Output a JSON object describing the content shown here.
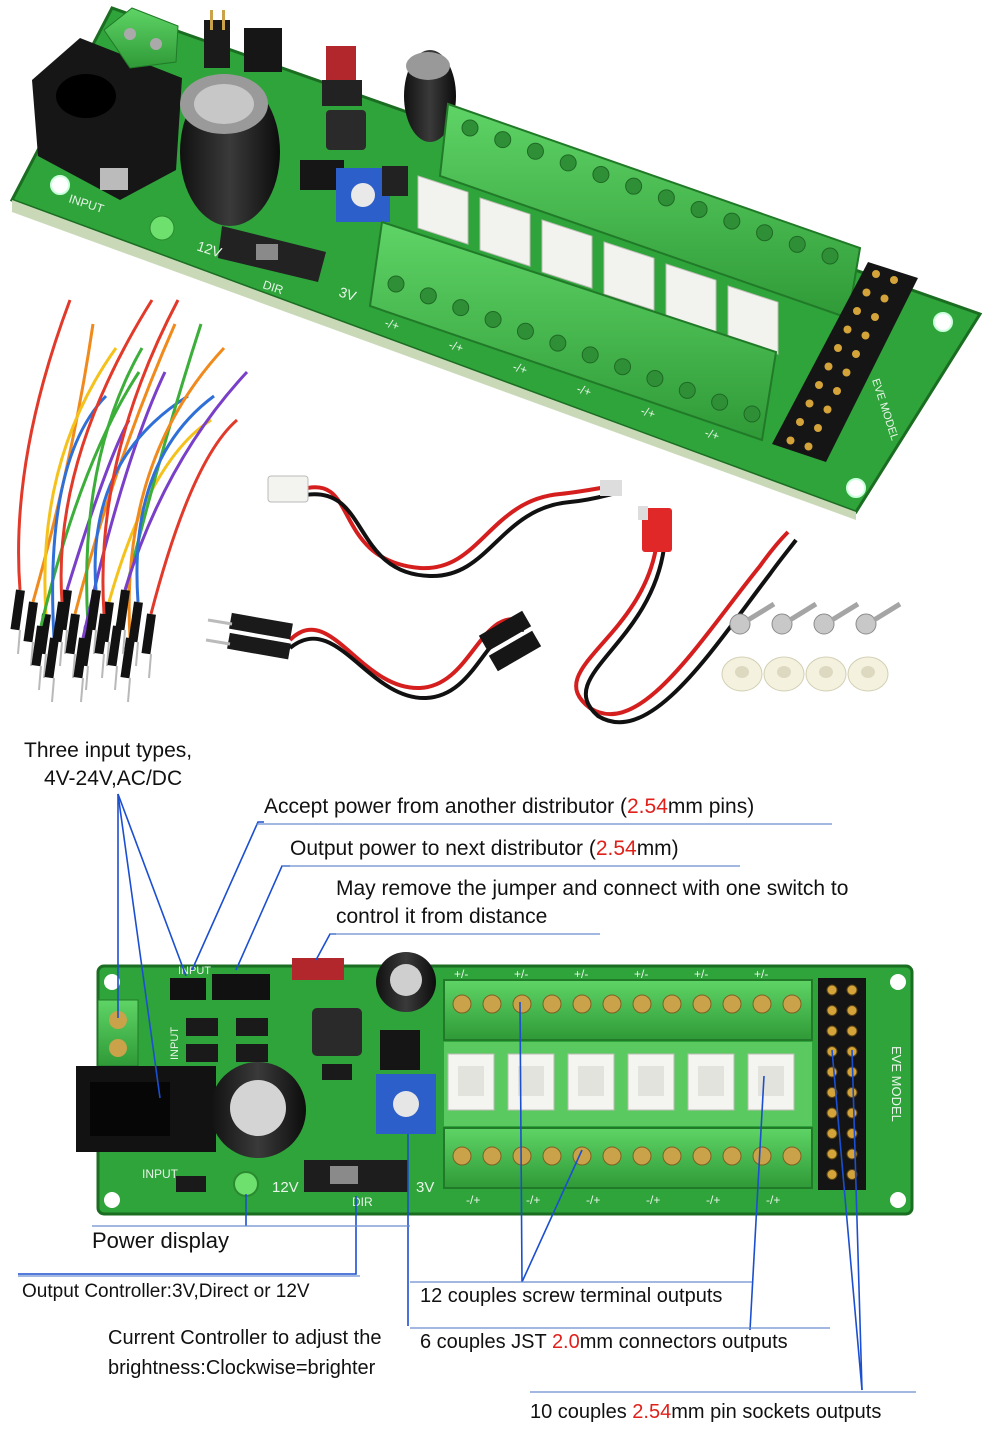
{
  "colors": {
    "pcb_green": "#2ea43a",
    "pcb_dark": "#1f7a28",
    "terminal_green": "#48c24f",
    "callout_line": "#1c4fd0",
    "highlight_red": "#e0201a"
  },
  "board_top": {
    "silkscreen": {
      "input": "INPUT",
      "v12": "12V",
      "v3": "3V",
      "dir": "DIR",
      "model": "EVE MODEL",
      "polarity": "-/+"
    }
  },
  "board_bottom": {
    "silkscreen": {
      "input_top": "INPUT",
      "input_side": "INPUT",
      "input_bottom": "INPUT",
      "v12": "12V",
      "v3": "3V",
      "dir": "DIR",
      "model": "EVE MODEL",
      "polarity": "+/-",
      "polarity_bottom": "-/+"
    }
  },
  "callouts": {
    "input_types_1": "Three input types,",
    "input_types_2": "4V-24V,AC/DC",
    "accept_pre": "Accept power from another distributor (",
    "accept_red": "2.54",
    "accept_post": "mm pins)",
    "output_pre": "Output power to next distributor (",
    "output_red": "2.54",
    "output_post": "mm)",
    "jumper_1": "May remove the jumper and connect with one switch to",
    "jumper_2": "control it from distance",
    "power_display": "Power display",
    "output_controller": "Output Controller:3V,Direct or 12V",
    "current_1": "Current Controller to adjust the",
    "current_2": "brightness:Clockwise=brighter",
    "screw_terminals": "12 couples screw terminal outputs",
    "jst_pre": "6 couples JST ",
    "jst_red": "2.0",
    "jst_post": "mm connectors outputs",
    "pins_pre": "10 couples ",
    "pins_red": "2.54",
    "pins_post": "mm pin sockets outputs"
  }
}
